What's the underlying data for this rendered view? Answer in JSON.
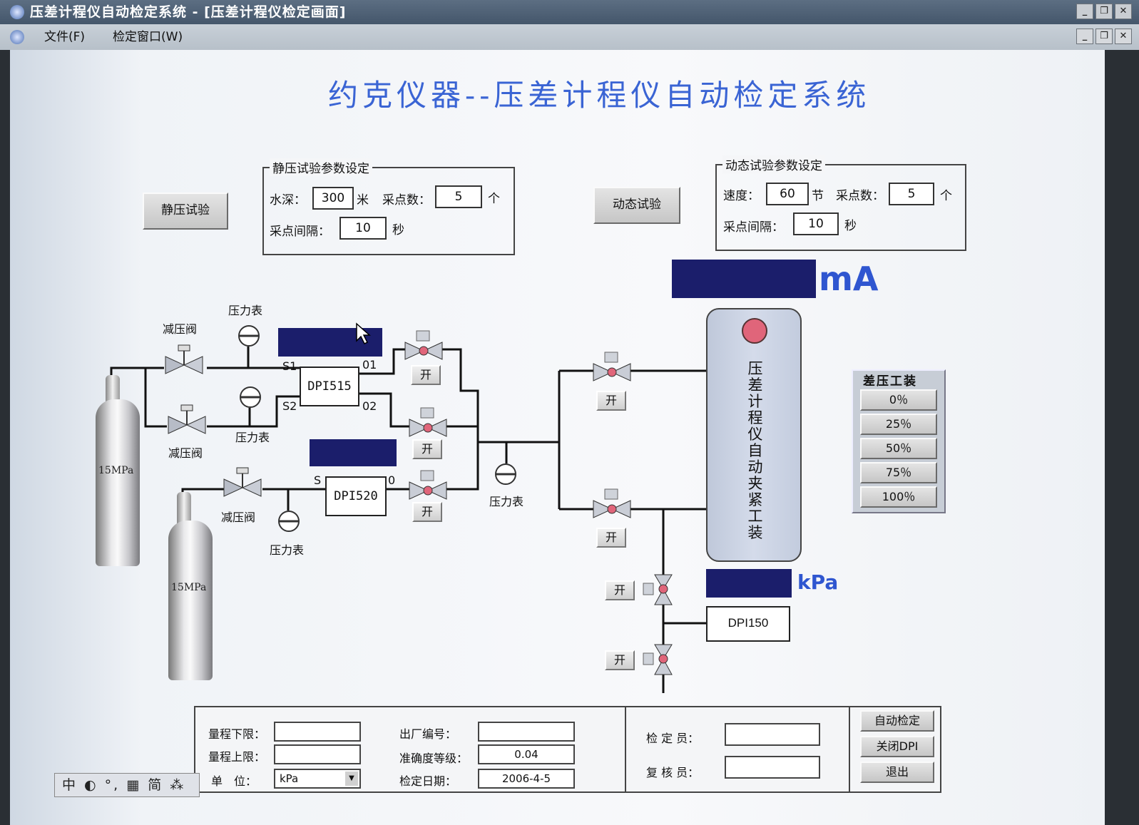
{
  "window": {
    "title": "压差计程仪自动检定系统 - [压差计程仪检定画面]"
  },
  "menu": {
    "file": "文件(F)",
    "window": "检定窗口(W)"
  },
  "app_title": "约克仪器--压差计程仪自动检定系统",
  "static_test": {
    "button": "静压试验",
    "group_title": "静压试验参数设定",
    "depth_label": "水深：",
    "depth_value": "300",
    "depth_unit": "米",
    "samples_label": "采点数：",
    "samples_value": "5",
    "samples_unit": "个",
    "interval_label": "采点间隔：",
    "interval_value": "10",
    "interval_unit": "秒"
  },
  "dynamic_test": {
    "button": "动态试验",
    "group_title": "动态试验参数设定",
    "speed_label": "速度：",
    "speed_value": "60",
    "speed_unit": "节",
    "samples_label": "采点数：",
    "samples_value": "5",
    "samples_unit": "个",
    "interval_label": "采点间隔：",
    "interval_value": "10",
    "interval_unit": "秒"
  },
  "readouts": {
    "ma_unit": "mA",
    "kpa_unit": "kPa"
  },
  "diagram": {
    "pressure_gauge": "压力表",
    "reducer_valve": "减压阀",
    "cylinder_label": "15MPa",
    "dpi515": "DPI515",
    "dpi520": "DPI520",
    "dpi150": "DPI150",
    "port_s1": "S1",
    "port_s2": "S2",
    "port_01": "01",
    "port_02": "02",
    "port_s": "S",
    "port_0": "0",
    "open_label": "开",
    "fixture_text": "压差计程仪自动夹紧工装"
  },
  "dp_fixture": {
    "title": "差压工装",
    "buttons": [
      "0％",
      "25％",
      "50％",
      "75％",
      "100％"
    ]
  },
  "bottom": {
    "range_low_label": "量程下限：",
    "range_low_value": "",
    "range_high_label": "量程上限：",
    "range_high_value": "",
    "unit_label": "单　位：",
    "unit_value": "kPa",
    "serial_label": "出厂编号：",
    "serial_value": "",
    "accuracy_label": "准确度等级：",
    "accuracy_value": "0.04",
    "date_label": "检定日期：",
    "date_value": "2006-4-5",
    "inspector_label": "检 定 员：",
    "inspector_value": "",
    "reviewer_label": "复 核 员：",
    "reviewer_value": "",
    "auto_btn": "自动检定",
    "close_btn": "关闭DPI",
    "exit_btn": "退出"
  },
  "ime": {
    "text": "中 ◐ °, ▦ 简 ⁂"
  },
  "colors": {
    "title_blue": "#3a64d4",
    "readout_dark": "#1b1e6b",
    "led_pink": "#e0657a"
  }
}
